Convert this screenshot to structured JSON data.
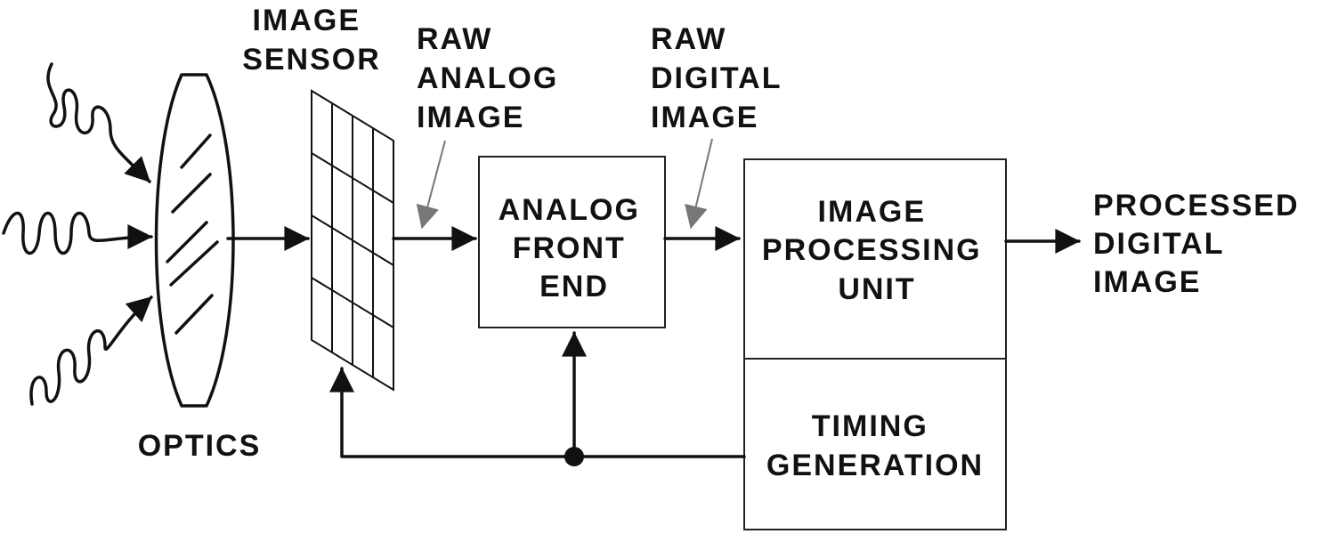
{
  "labels": {
    "image_sensor": [
      "IMAGE",
      "SENSOR"
    ],
    "raw_analog_image": [
      "RAW",
      "ANALOG",
      "IMAGE"
    ],
    "raw_digital_image": [
      "RAW",
      "DIGITAL",
      "IMAGE"
    ],
    "optics": [
      "OPTICS"
    ],
    "analog_front_end": [
      "ANALOG",
      "FRONT",
      "END"
    ],
    "image_processing_unit": [
      "IMAGE",
      "PROCESSING",
      "UNIT"
    ],
    "timing_generation": [
      "TIMING",
      "GENERATION"
    ],
    "processed_digital_image": [
      "PROCESSED",
      "DIGITAL",
      "IMAGE"
    ]
  },
  "colors": {
    "ink": "#111111",
    "pointer": "#777777",
    "background": "#ffffff"
  }
}
